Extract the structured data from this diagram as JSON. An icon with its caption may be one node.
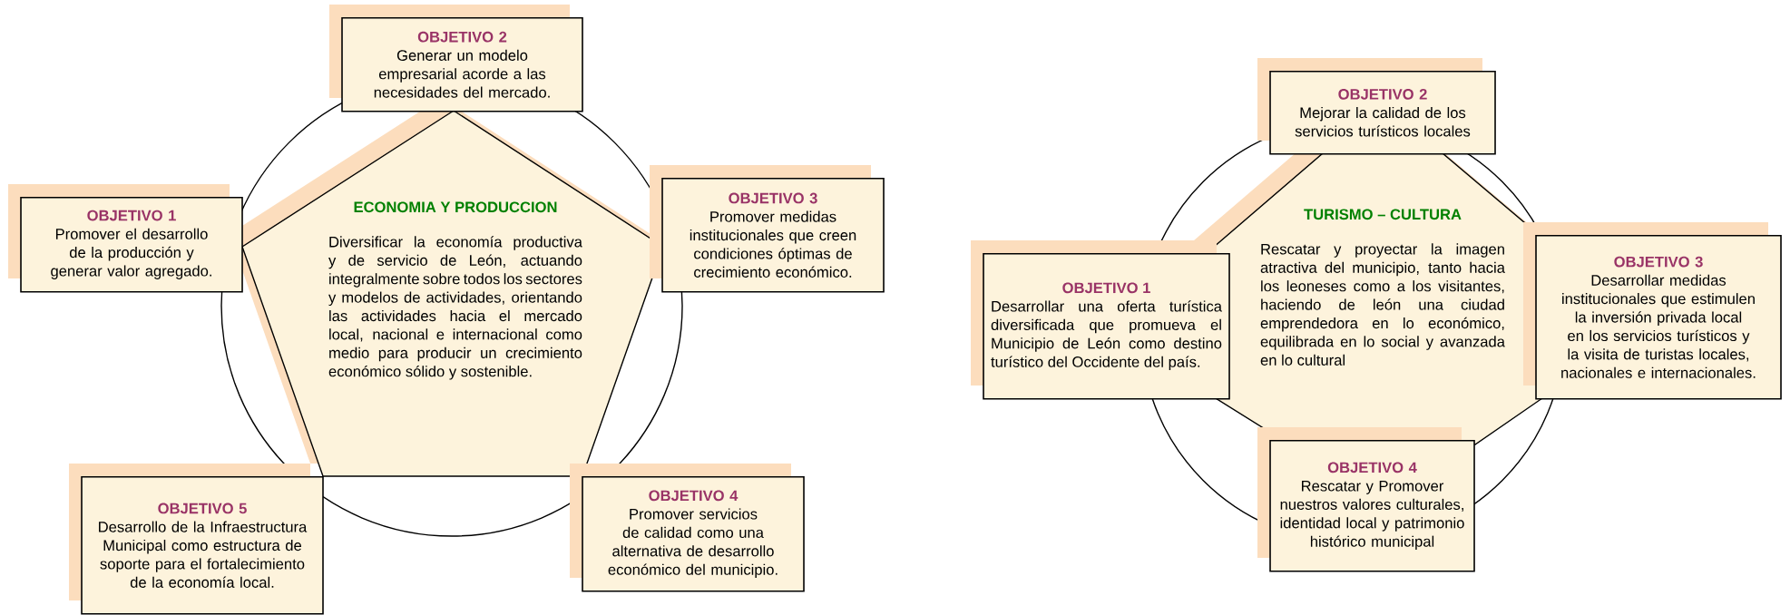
{
  "diagram": {
    "nodes": [
      {
        "text": [
          "ECONOMIA Y PRODUCCION",
          "Diversificar la economía productiva y de servicio de León, actuando integralmente sobre todos los sectores y modelos de actividades, orientando las actividades hacia el mercado local, nacional e internacional como medio para producir un crecimiento económico sólido y sostenible."
        ]
      },
      {
        "text": [
          "OBJETIVO 2",
          "Generar un modelo empresarial acorde a las necesidades del mercado."
        ]
      },
      {
        "text": [
          "OBJETIVO 1",
          "Promover el desarrollo de la producción y generar valor agregado."
        ]
      },
      {
        "text": [
          "OBJETIVO 3",
          "Promover medidas institucionales que creen condiciones óptimas de crecimiento económico."
        ]
      },
      {
        "text": [
          "OBJETIVO 5",
          "Desarrollo de la Infraestructura Municipal como estructura de soporte para el fortalecimiento de la economía local."
        ]
      },
      {
        "text": [
          "OBJETIVO 4",
          "Promover servicios de calidad como una alternativa de desarrollo económico del municipio."
        ]
      },
      {
        "text": [
          "TURISMO – CULTURA",
          "Rescatar y proyectar la imagen atractiva del municipio, tanto hacia los leoneses como a los visitantes, haciendo de león una ciudad emprendedora en lo económico, equilibrada en lo social y avanzada en lo cultural"
        ]
      },
      {
        "text": [
          "OBJETIVO 2",
          "Mejorar la calidad de los servicios turísticos locales"
        ]
      },
      {
        "text": [
          "OBJETIVO 1",
          "Desarrollar una oferta turística diversificada que promueva el Municipio de León como destino turístico del Occidente del país."
        ]
      },
      {
        "text": [
          "OBJETIVO 3",
          "Desarrollar medidas institucionales que estimulen la inversión privada local en los servicios turísticos y la visita de turistas locales, nacionales e internacionales."
        ]
      },
      {
        "text": [
          "OBJETIVO 4",
          "Rescatar y Promover nuestros valores culturales, identidad local y patrimonio histórico municipal"
        ]
      }
    ]
  }
}
